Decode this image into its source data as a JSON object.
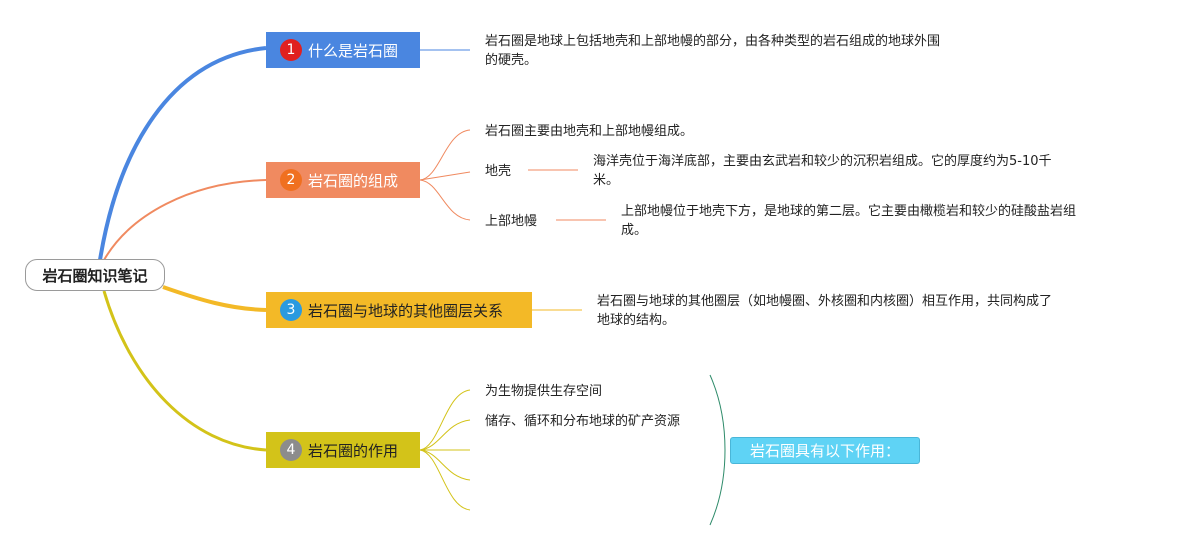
{
  "root": {
    "label": "岩石圈知识笔记"
  },
  "branches": [
    {
      "badge": "1",
      "label": "什么是岩石圈"
    },
    {
      "badge": "2",
      "label": "岩石圈的组成"
    },
    {
      "badge": "3",
      "label": "岩石圈与地球的其他圈层关系"
    },
    {
      "badge": "4",
      "label": "岩石圈的作用"
    }
  ],
  "definition": {
    "line1": "岩石圈是地球上包括地壳和上部地幔的部分，由各种类型的岩石组成的地球外围",
    "line2": "的硬壳。"
  },
  "composition": {
    "intro": "岩石圈主要由地壳和上部地幔组成。",
    "crust": {
      "label": "地壳",
      "line1": "海洋壳位于海洋底部，主要由玄武岩和较少的沉积岩组成。它的厚度约为5-10千",
      "line2": "米。"
    },
    "mantle": {
      "label": "上部地幔",
      "line1": "上部地幔位于地壳下方，是地球的第二层。它主要由橄榄岩和较少的硅酸盐岩组",
      "line2": "成。"
    }
  },
  "relation": {
    "line1": "岩石圈与地球的其他圈层（如地幔圈、外核圈和内核圈）相互作用，共同构成了",
    "line2": "地球的结构。"
  },
  "functions": {
    "items": [
      "为生物提供生存空间",
      "储存、循环和分布地球的矿产资源"
    ],
    "summary": "岩石圈具有以下作用："
  }
}
